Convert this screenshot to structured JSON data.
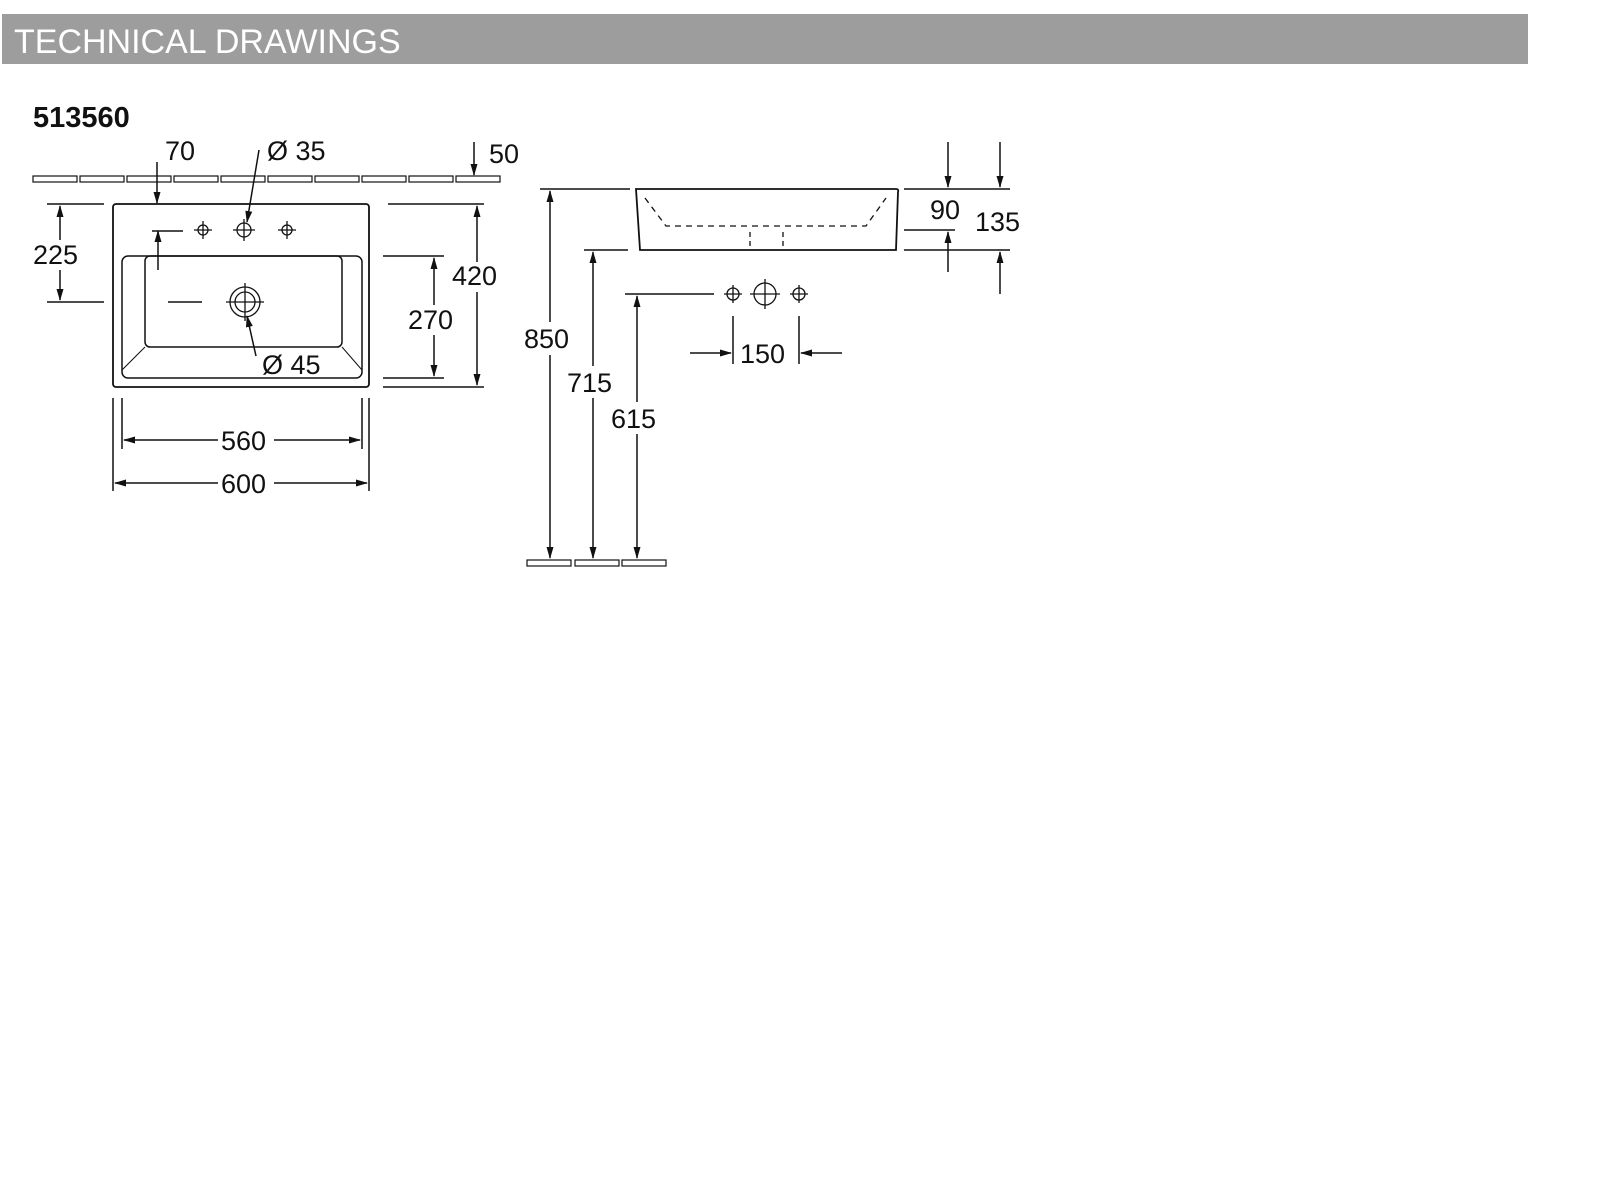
{
  "header": {
    "title": "TECHNICAL DRAWINGS"
  },
  "model_number": "513560",
  "dimensions": {
    "top_tap_offset": "70",
    "tap_hole_diameter": "Ø 35",
    "wall_gap": "50",
    "overflow_depth": "225",
    "total_depth": "420",
    "bowl_depth": "270",
    "waste_diameter": "Ø 45",
    "inner_width": "560",
    "outer_width": "600",
    "mount_height": "850",
    "underside_height": "715",
    "tap_height": "615",
    "tap_spacing": "150",
    "basin_depth": "90",
    "total_height": "135"
  },
  "colors": {
    "header_bg": "#9d9d9d",
    "header_text": "#ffffff",
    "line": "#111111"
  }
}
